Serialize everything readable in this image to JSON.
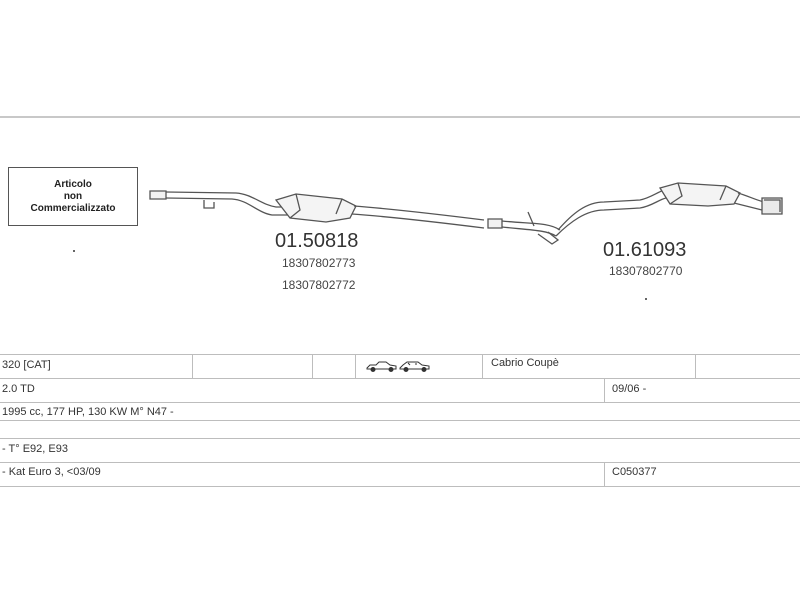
{
  "notice": {
    "line1": "Articolo",
    "line2": "non",
    "line3": "Commercializzato"
  },
  "parts": [
    {
      "code": "01.50818",
      "refs": [
        "18307802773",
        "18307802772"
      ]
    },
    {
      "code": "01.61093",
      "refs": [
        "18307802770"
      ]
    }
  ],
  "table": {
    "row1": {
      "model": "320  [CAT]",
      "body": "Cabrio Coupè"
    },
    "row2": {
      "engine": "2.0 TD",
      "date": "09/06 -"
    },
    "row3": {
      "spec": "1995 cc, 177 HP, 130 KW M° N47 -"
    },
    "row4": {
      "type": "- T° E92, E93"
    },
    "row5": {
      "kat": "- Kat Euro 3, <03/09",
      "code": "C050377"
    }
  },
  "icons": {
    "car": "cabrio-coupe-car-icon"
  }
}
